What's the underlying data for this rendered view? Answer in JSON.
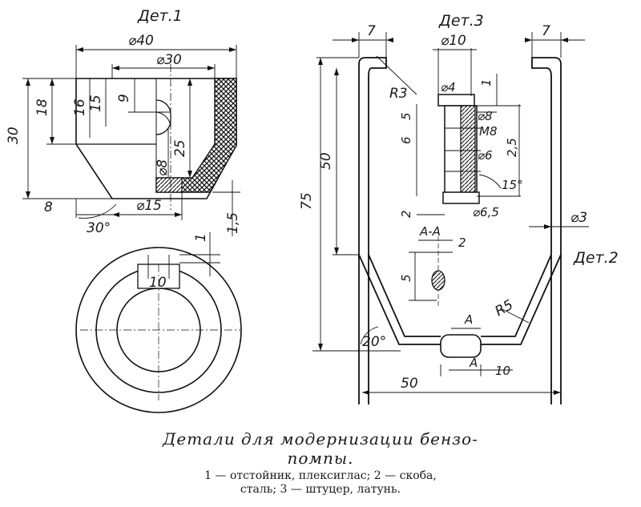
{
  "labels": {
    "det1": "Дет.1",
    "det2": "Дет.2",
    "det3": "Дет.3",
    "d40": "⌀40",
    "d30": "⌀30",
    "d15": "⌀15",
    "d8": "⌀8",
    "d10": "⌀10",
    "d4": "⌀4",
    "d8b": "⌀8",
    "m8": "M8",
    "d6": "⌀6",
    "d65": "⌀6,5",
    "d3": "⌀3",
    "v30": "30",
    "v18": "18",
    "v16": "16",
    "v15": "15",
    "v9": "9",
    "v25": "25",
    "v8": "8",
    "v30deg": "30°",
    "v15b": "1,5",
    "v1": "1",
    "v10": "10",
    "v7a": "7",
    "v7b": "7",
    "r3": "R3",
    "r5": "R5",
    "v75": "75",
    "v50": "50",
    "v50b": "50",
    "v5": "5",
    "v6": "6",
    "v2": "2",
    "v1b": "1",
    "v25b": "2,5",
    "v15deg": "15°",
    "aa": "A-A",
    "v2b": "2",
    "v5b": "5",
    "a1": "A",
    "a2": "A",
    "v10b": "10",
    "v20deg": "20°"
  },
  "caption": {
    "title_line1": "Детали для модернизации бензо-",
    "title_line2": "помпы.",
    "legend_line1": "1 — отстойник, плексиглас; 2 — скоба,",
    "legend_line2": "сталь; 3 — штуцер, латунь."
  }
}
